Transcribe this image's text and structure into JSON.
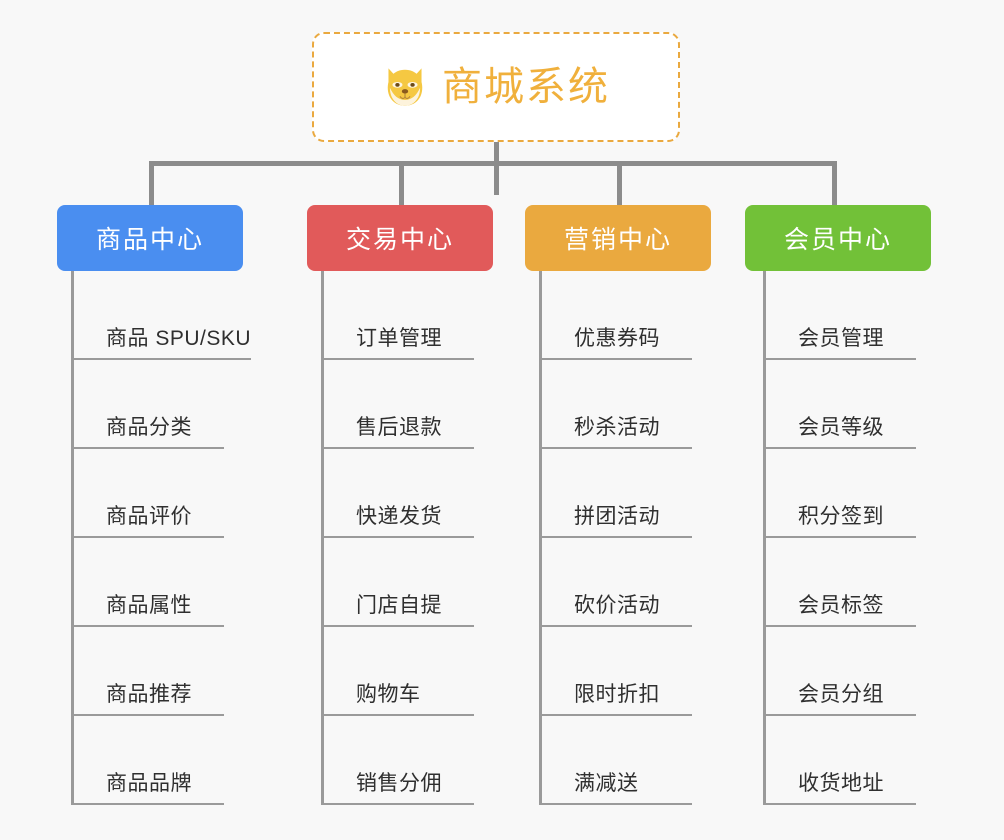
{
  "root": {
    "title": "商城系统",
    "icon": "shiba-dog-face-icon",
    "accent_color": "#f0b03c",
    "border_color": "#eaa93f",
    "background": "#ffffff"
  },
  "canvas": {
    "background_color": "#f8f8f8",
    "connector_color": "#8c8c8c"
  },
  "columns": [
    {
      "id": "product-center",
      "label": "商品中心",
      "color": "#4a8ef0",
      "items": [
        {
          "label": "商品 SPU/SKU"
        },
        {
          "label": "商品分类"
        },
        {
          "label": "商品评价"
        },
        {
          "label": "商品属性"
        },
        {
          "label": "商品推荐"
        },
        {
          "label": "商品品牌"
        }
      ]
    },
    {
      "id": "trade-center",
      "label": "交易中心",
      "color": "#e15a5a",
      "items": [
        {
          "label": "订单管理"
        },
        {
          "label": "售后退款"
        },
        {
          "label": "快递发货"
        },
        {
          "label": "门店自提"
        },
        {
          "label": "购物车"
        },
        {
          "label": "销售分佣"
        }
      ]
    },
    {
      "id": "marketing-center",
      "label": "营销中心",
      "color": "#eaa93f",
      "items": [
        {
          "label": "优惠券码"
        },
        {
          "label": "秒杀活动"
        },
        {
          "label": "拼团活动"
        },
        {
          "label": "砍价活动"
        },
        {
          "label": "限时折扣"
        },
        {
          "label": "满减送"
        }
      ]
    },
    {
      "id": "member-center",
      "label": "会员中心",
      "color": "#72c138",
      "items": [
        {
          "label": "会员管理"
        },
        {
          "label": "会员等级"
        },
        {
          "label": "积分签到"
        },
        {
          "label": "会员标签"
        },
        {
          "label": "会员分组"
        },
        {
          "label": "收货地址"
        }
      ]
    }
  ]
}
